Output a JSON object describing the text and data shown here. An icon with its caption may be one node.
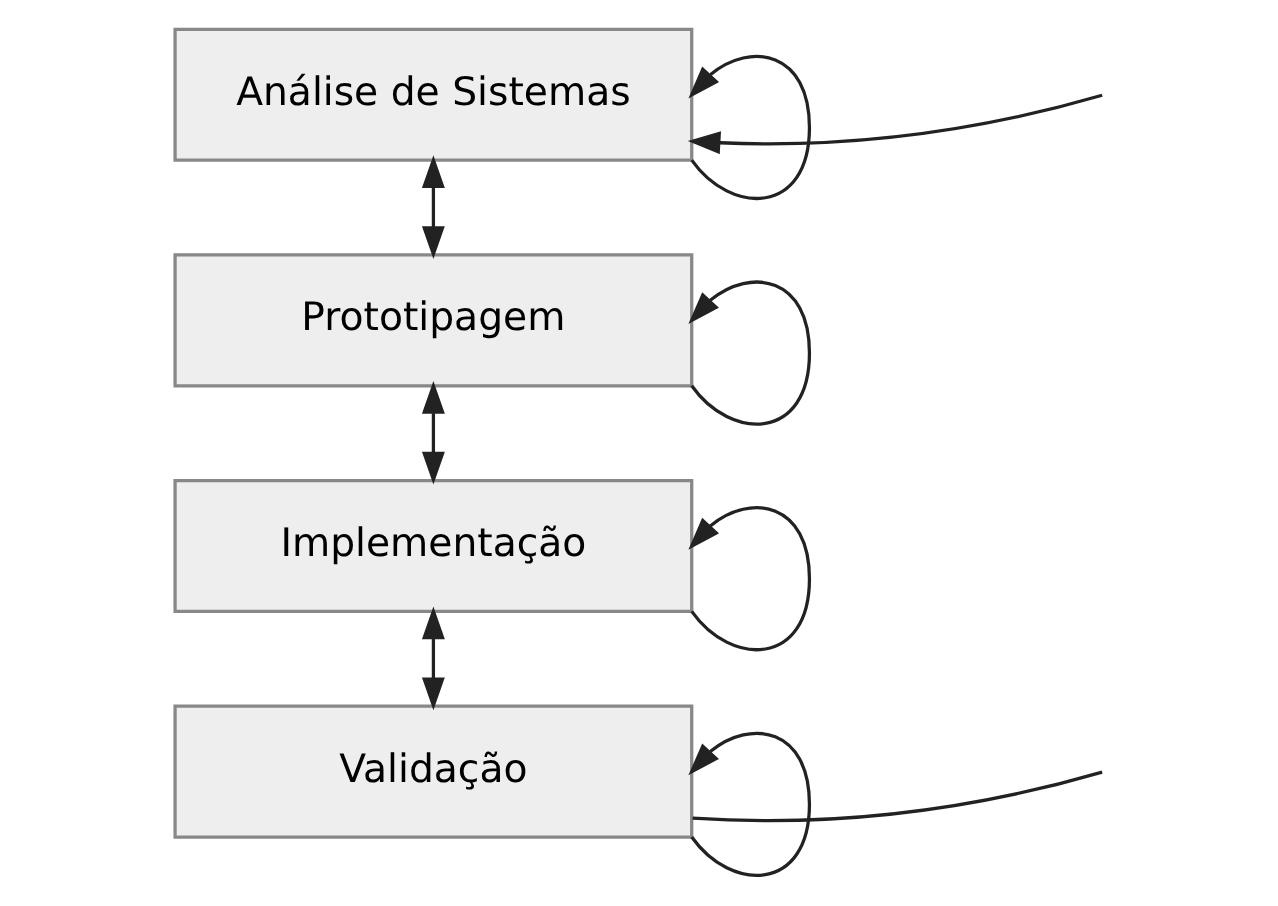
{
  "diagram": {
    "nodes": [
      {
        "text": [
          "Análise de Sistemas"
        ]
      },
      {
        "text": [
          "Prototipagem"
        ]
      },
      {
        "text": [
          "Implementação"
        ]
      },
      {
        "text": [
          "Validação"
        ]
      }
    ],
    "edges": [
      {
        "from": null,
        "to": 0,
        "arrow": "to"
      },
      {
        "from": 0,
        "to": 0,
        "arrow": "to"
      },
      {
        "from": 0,
        "to": 1,
        "arrow": "both"
      },
      {
        "from": 1,
        "to": 1,
        "arrow": "to"
      },
      {
        "from": 1,
        "to": 2,
        "arrow": "both"
      },
      {
        "from": 2,
        "to": 2,
        "arrow": "to"
      },
      {
        "from": 2,
        "to": 3,
        "arrow": "both"
      },
      {
        "from": 3,
        "to": 3,
        "arrow": "to"
      },
      {
        "from": 3,
        "to": null,
        "arrow": "none"
      }
    ]
  }
}
